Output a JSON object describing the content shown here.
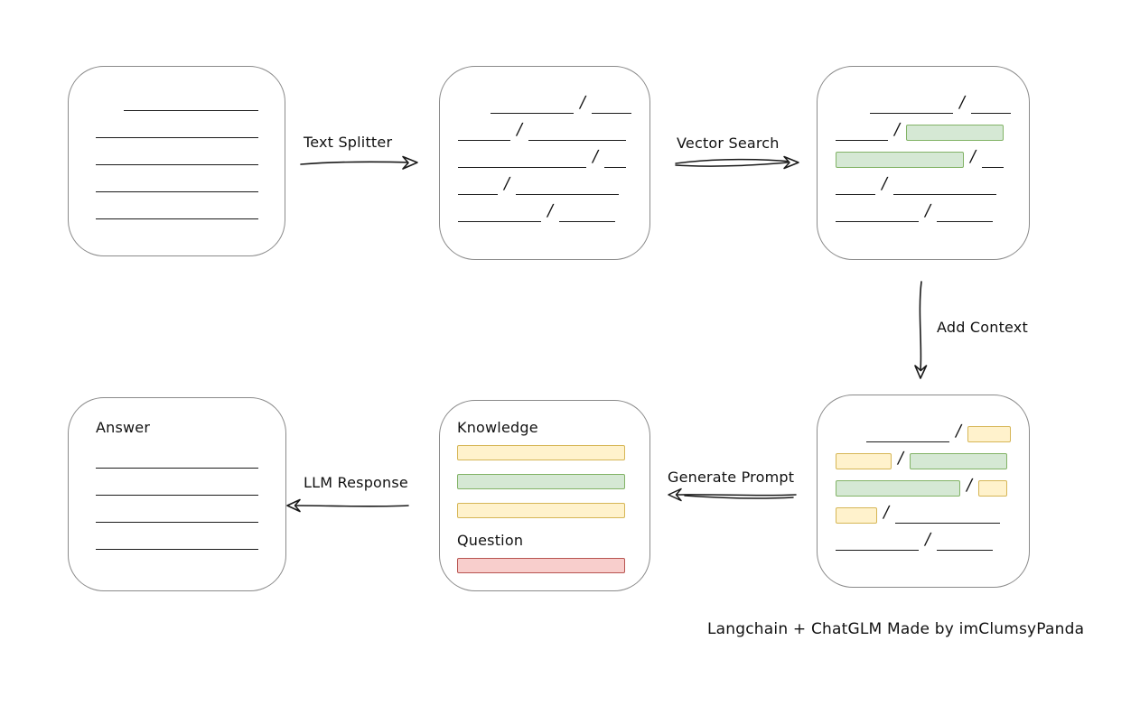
{
  "slash": "/",
  "colors": {
    "line": "#1a1a1a",
    "box_border": "#8a8a8a",
    "green_fill": "#d5e8d4",
    "green_border": "#82b366",
    "yellow_fill": "#fff2cc",
    "yellow_border": "#d6b656",
    "red_fill": "#f8cecc",
    "red_border": "#b85450"
  },
  "labels": {
    "text_splitter": "Text Splitter",
    "vector_search": "Vector Search",
    "add_context": "Add Context",
    "generate_prompt": "Generate Prompt",
    "llm_response": "LLM Response",
    "caption": "Langchain + ChatGLM Made by imClumsyPanda"
  },
  "nodes": {
    "source_document": {
      "lines": [
        {
          "ml": 31,
          "w": 149
        },
        {
          "ml": 0,
          "w": 180
        },
        {
          "ml": 0,
          "w": 180
        },
        {
          "ml": 0,
          "w": 180
        },
        {
          "ml": 0,
          "w": 180
        }
      ]
    },
    "split_chunks": {
      "rows": [
        {
          "align": "right",
          "segs": [
            {
              "t": "line",
              "w": 92
            },
            {
              "t": "line",
              "w": 44
            }
          ]
        },
        {
          "align": "left",
          "segs": [
            {
              "t": "line",
              "w": 58
            },
            {
              "t": "line",
              "w": 108
            }
          ]
        },
        {
          "align": "left",
          "segs": [
            {
              "t": "line",
              "w": 142
            },
            {
              "t": "line",
              "w": 24
            }
          ]
        },
        {
          "align": "left",
          "segs": [
            {
              "t": "line",
              "w": 44
            },
            {
              "t": "line",
              "w": 114
            }
          ]
        },
        {
          "align": "left",
          "segs": [
            {
              "t": "line",
              "w": 92
            },
            {
              "t": "line",
              "w": 62
            }
          ]
        }
      ]
    },
    "matched_chunks": {
      "rows": [
        {
          "align": "right",
          "segs": [
            {
              "t": "line",
              "w": 92
            },
            {
              "t": "line",
              "w": 44
            }
          ]
        },
        {
          "align": "left",
          "segs": [
            {
              "t": "line",
              "w": 58
            },
            {
              "t": "green",
              "w": 108
            }
          ]
        },
        {
          "align": "left",
          "segs": [
            {
              "t": "green",
              "w": 142
            },
            {
              "t": "line",
              "w": 24
            }
          ]
        },
        {
          "align": "left",
          "segs": [
            {
              "t": "line",
              "w": 44
            },
            {
              "t": "line",
              "w": 114
            }
          ]
        },
        {
          "align": "left",
          "segs": [
            {
              "t": "line",
              "w": 92
            },
            {
              "t": "line",
              "w": 62
            }
          ]
        }
      ]
    },
    "context_chunks": {
      "rows": [
        {
          "align": "right",
          "segs": [
            {
              "t": "line",
              "w": 92
            },
            {
              "t": "yellow",
              "w": 48
            }
          ]
        },
        {
          "align": "left",
          "segs": [
            {
              "t": "yellow",
              "w": 62
            },
            {
              "t": "green",
              "w": 108
            }
          ]
        },
        {
          "align": "left",
          "segs": [
            {
              "t": "green",
              "w": 138
            },
            {
              "t": "yellow",
              "w": 32
            }
          ]
        },
        {
          "align": "left",
          "segs": [
            {
              "t": "yellow",
              "w": 46
            },
            {
              "t": "line",
              "w": 116
            }
          ]
        },
        {
          "align": "left",
          "segs": [
            {
              "t": "line",
              "w": 92
            },
            {
              "t": "line",
              "w": 62
            }
          ]
        }
      ]
    },
    "prompt": {
      "knowledge_label": "Knowledge",
      "question_label": "Question",
      "knowledge_bars": [
        "yellow",
        "green",
        "yellow"
      ],
      "question_bars": [
        "red"
      ]
    },
    "answer": {
      "label": "Answer",
      "lines": [
        {
          "ml": 0,
          "w": 180
        },
        {
          "ml": 0,
          "w": 180
        },
        {
          "ml": 0,
          "w": 180
        },
        {
          "ml": 0,
          "w": 180
        }
      ]
    }
  }
}
